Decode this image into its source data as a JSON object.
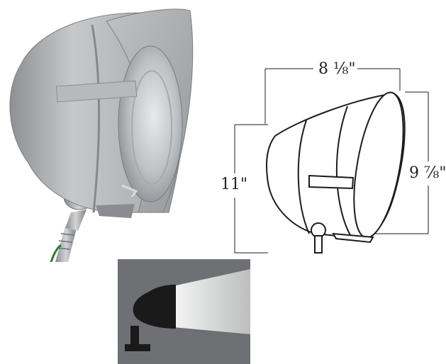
{
  "dimensions": {
    "width": "8 ⅛\"",
    "depth": "11\"",
    "height": "9 ⅞\""
  },
  "colors": {
    "fixture_body": "#a9abae",
    "beam_panel_bg": "#6f7073",
    "beam_light": "#f2f2f2",
    "fixture_silhouette": "#1a1a1a",
    "line": "#1c1c1c"
  }
}
